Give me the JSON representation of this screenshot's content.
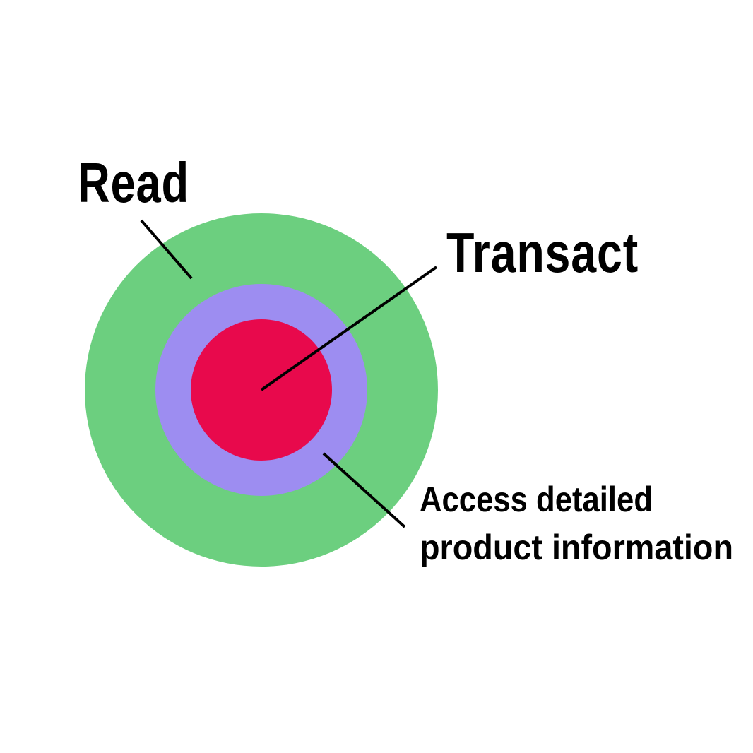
{
  "diagram": {
    "type": "concentric-circles",
    "rings": [
      {
        "label": "Read",
        "color": "#6ccf7f"
      },
      {
        "label": "Access detailed product information",
        "color": "#9d8df1"
      },
      {
        "label": "Transact",
        "color": "#e8094c"
      }
    ],
    "labels": {
      "read": "Read",
      "transact": "Transact",
      "access_line1": "Access detailed",
      "access_line2": "product information"
    }
  }
}
